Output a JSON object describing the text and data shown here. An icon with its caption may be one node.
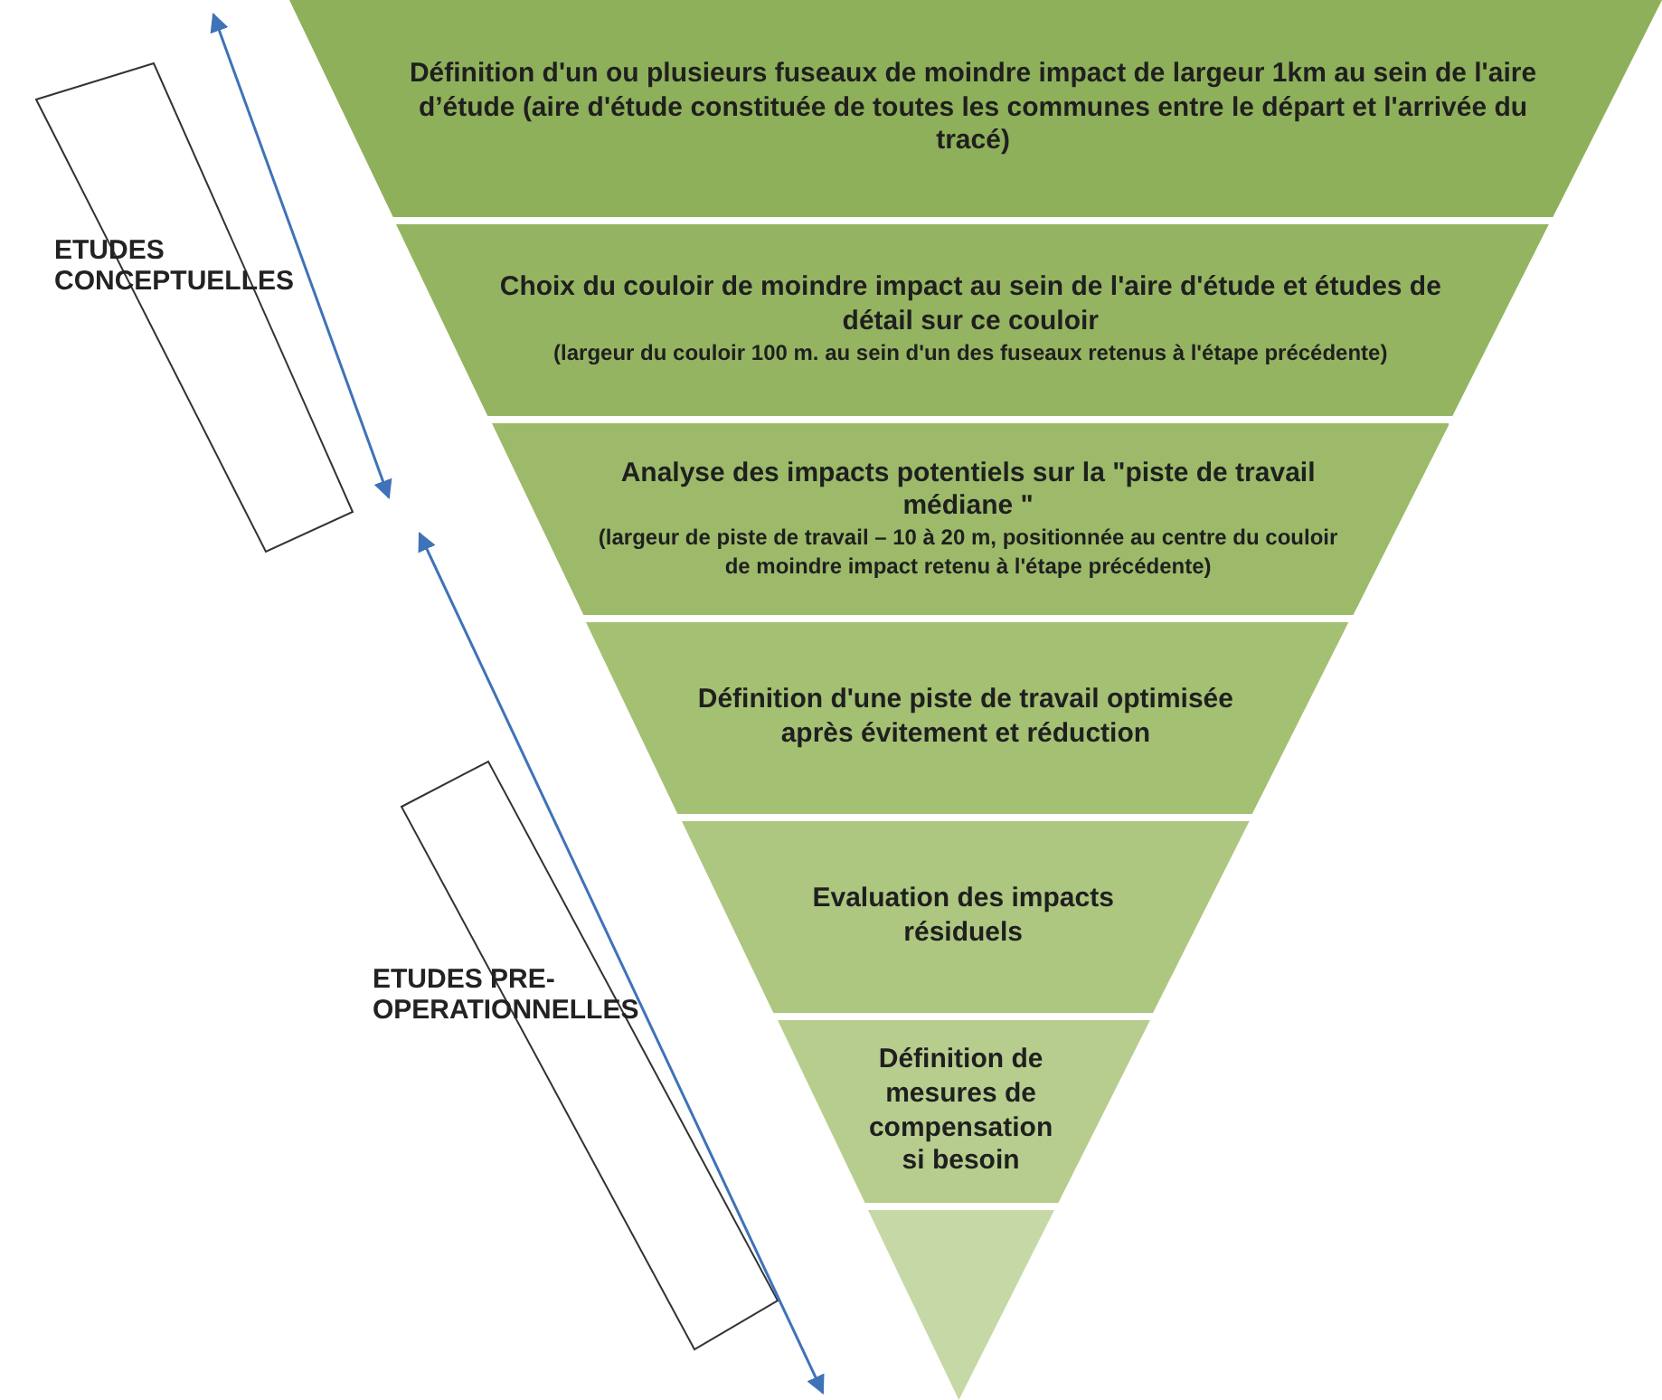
{
  "diagram": {
    "nodes": [
      {
        "text": [
          "Définition d'un ou plusieurs fuseaux de moindre impact de largeur 1km au sein de l'aire d’étude (aire d'étude constituée de toutes les communes entre le départ et l'arrivée du tracé)"
        ]
      },
      {
        "text": [
          "Choix du couloir de moindre impact au sein de l'aire d'étude et études de détail sur ce couloir",
          "(largeur du couloir 100 m. au sein d'un des fuseaux retenus à l'étape précédente)"
        ]
      },
      {
        "text": [
          "Analyse des impacts potentiels sur la \"piste de travail médiane \"",
          "(largeur de piste de travail – 10 à 20 m, positionnée au centre du couloir de moindre impact retenu à l'étape précédente)"
        ]
      },
      {
        "text": [
          "Définition d'une piste de travail optimisée après évitement et réduction"
        ]
      },
      {
        "text": [
          "Evaluation des impacts résiduels"
        ]
      },
      {
        "text": [
          "Définition de mesures de compensation si besoin"
        ]
      },
      {
        "text": [],
        "shape": "triangle"
      }
    ],
    "labels": [
      "ETUDES CONCEPTUELLES",
      "ETUDES PRE-OPERATIONNELLES"
    ]
  }
}
